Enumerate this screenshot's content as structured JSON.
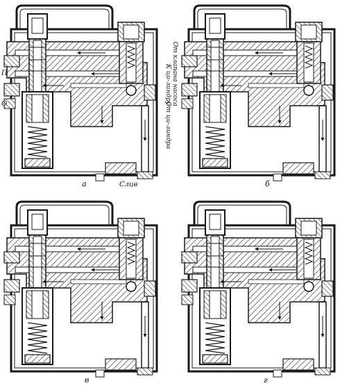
{
  "panels": [
    {
      "id": "a",
      "letter": "а"
    },
    {
      "id": "b",
      "letter": "б"
    },
    {
      "id": "c",
      "letter": "в"
    },
    {
      "id": "d",
      "letter": "г"
    }
  ],
  "labels": {
    "port_p": "П",
    "port_o": "О",
    "drain": "Слив",
    "from_pump": "От клапана насоса",
    "to_cylinder": "К ци-линдру",
    "from_cylinder": "От ци-линдра"
  },
  "colors": {
    "ink": "#1a1a1a",
    "hatch": "#333333",
    "paper": "#ffffff"
  }
}
